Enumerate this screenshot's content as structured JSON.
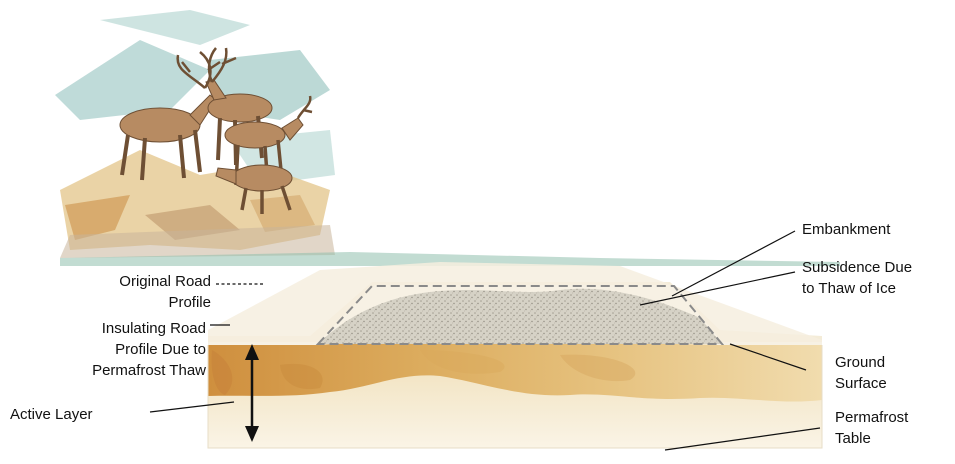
{
  "labels": {
    "embankment": "Embankment",
    "subsidence": [
      "Subsidence Due",
      "to Thaw of Ice"
    ],
    "original_road_profile": [
      "Original Road",
      "Profile"
    ],
    "insulating_road_profile": [
      "Insulating Road",
      "Profile Due to",
      "Permafrost Thaw"
    ],
    "ground_surface": [
      "Ground",
      "Surface"
    ],
    "active_layer": "Active Layer",
    "permafrost_table": [
      "Permafrost",
      "Table"
    ]
  },
  "colors": {
    "sky_blue": "#a9cfcc",
    "ground_gold": "#d9a95a",
    "ground_dark": "#c88a3c",
    "embankment_gray": "#d6d2c6",
    "fill_cream": "#f4ecd8",
    "line": "#111111",
    "dash": "#8a8a8a"
  }
}
